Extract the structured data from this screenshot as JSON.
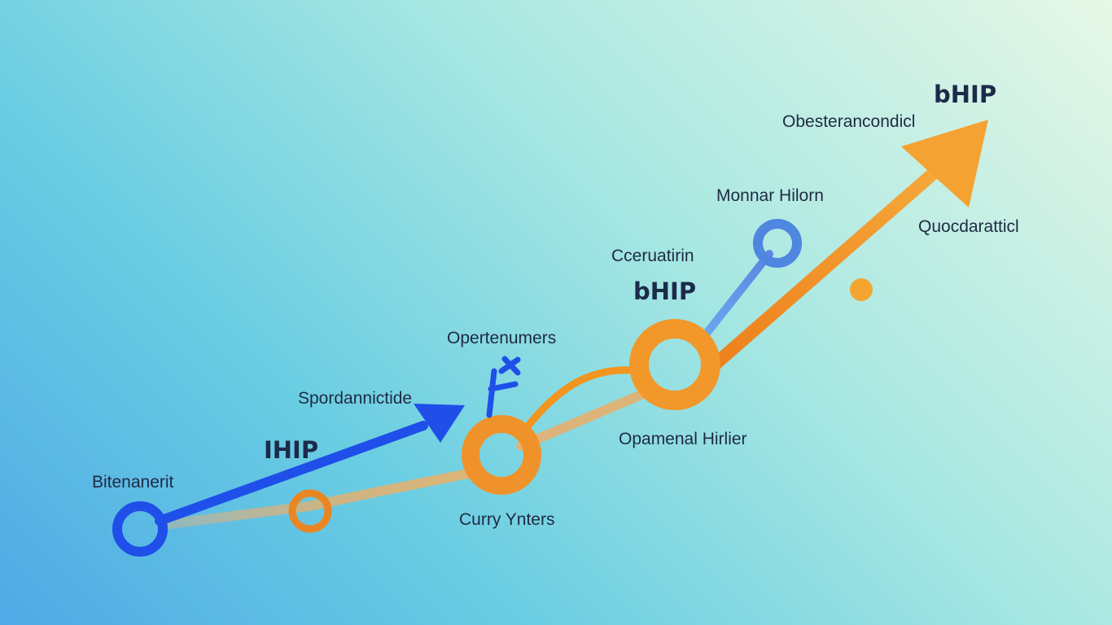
{
  "labels": {
    "bitenanerit": "Bitenanerit",
    "ihip": "IHIP",
    "spordannictide": "Spordannictide",
    "opertenumers": "Opertenumers",
    "curry_ynters": "Curry Ynters",
    "opamenal_hirlier": "Opamenal Hirlier",
    "ceeruatirin": "Cceruatirin",
    "bhip_center": "bHIP",
    "monnar_hilorn": "Monnar Hilorn",
    "obesterancondicl": "Obesterancondicl",
    "bhip_top": "bHIP",
    "quocdaraticl": "Quocdaratticl"
  },
  "colors": {
    "blue": "#1f4fe8",
    "orange": "#f0902a",
    "light_blue": "#5c92e8",
    "gold": "#f2a52e",
    "ring_blue": "#4f86e0",
    "beige": "#d9b27a",
    "text": "#1f2a44"
  }
}
